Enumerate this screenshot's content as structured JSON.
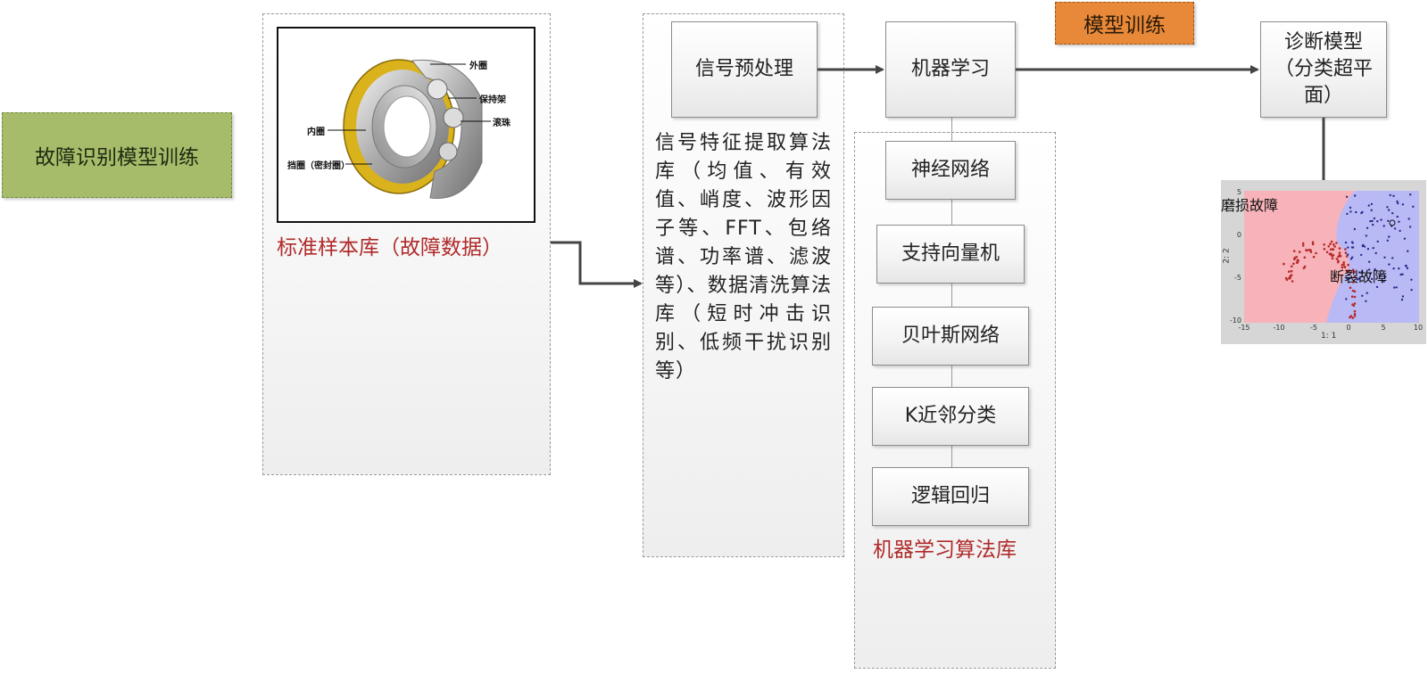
{
  "title_box": "故障识别模型训练",
  "sample_library": {
    "caption": "标准样本库（故障数据）",
    "bearing_parts": {
      "outer_ring": "外圈",
      "cage": "保持架",
      "ball": "滚珠",
      "inner_ring": "内圈",
      "shield": "挡圈（密封圈）"
    }
  },
  "preprocess_box": "信号预处理",
  "feature_library_text": "信号特征提取算法库（均值、有效值、峭度、波形因子等、FFT、包络谱、功率谱、滤波等）、数据清洗算法库（短时冲击识别、低频干扰识别等）",
  "model_training_tag": "模型训练",
  "ml_box": "机器学习",
  "algorithms": [
    "神经网络",
    "支持向量机",
    "贝叶斯网络",
    "K近邻分类",
    "逻辑回归"
  ],
  "algorithm_library_caption": "机器学习算法库",
  "diagnosis_box": "诊断模型（分类超平面）",
  "scatter": {
    "label_wear": "磨损故障",
    "label_fracture": "断裂故障",
    "xlabel": "1: 1",
    "ylabel": "2: 2",
    "x_ticks": [
      "-15",
      "-10",
      "-5",
      "0",
      "5",
      "10"
    ],
    "y_ticks": [
      "5",
      "0",
      "-5",
      "-10"
    ],
    "colors": {
      "region_wear": "#f7b3b9",
      "region_fracture": "#b9b9f5",
      "points_wear": "#b42a2a",
      "points_fracture": "#2a2a8a"
    }
  },
  "colors": {
    "green": "#a7bc6b",
    "orange": "#e8893a",
    "red_text": "#b02a2a",
    "arrow": "#444444"
  }
}
